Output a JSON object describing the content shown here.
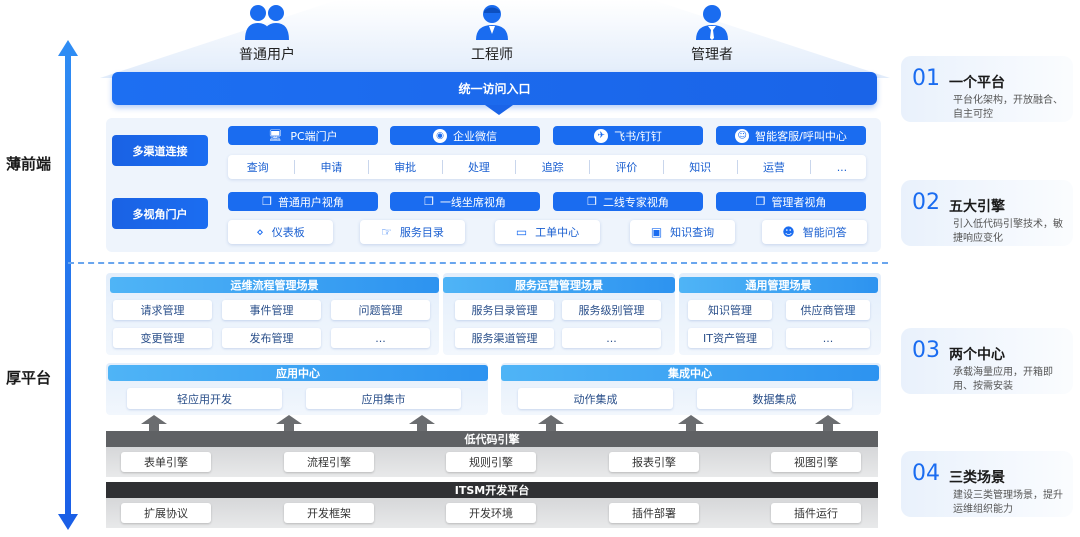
{
  "users": [
    {
      "label": "普通用户",
      "icon": "users-group-icon"
    },
    {
      "label": "工程师",
      "icon": "engineer-icon"
    },
    {
      "label": "管理者",
      "icon": "manager-icon"
    }
  ],
  "entry": {
    "label": "统一访问入口"
  },
  "left_labels": {
    "thin": "薄前端",
    "thick": "厚平台"
  },
  "channels": {
    "label": "多渠道连接",
    "items": [
      {
        "label": "PC端门户",
        "icon": "monitor-icon"
      },
      {
        "label": "企业微信",
        "icon": "wecom-icon"
      },
      {
        "label": "飞书/钉钉",
        "icon": "feishu-icon"
      },
      {
        "label": "智能客服/呼叫中心",
        "icon": "headset-icon"
      }
    ],
    "actions": [
      "查询",
      "申请",
      "审批",
      "处理",
      "追踪",
      "评价",
      "知识",
      "运营",
      "..."
    ]
  },
  "portals": {
    "label": "多视角门户",
    "views": [
      {
        "label": "普通用户视角",
        "icon": "window-icon"
      },
      {
        "label": "一线坐席视角",
        "icon": "window-icon"
      },
      {
        "label": "二线专家视角",
        "icon": "window-icon"
      },
      {
        "label": "管理者视角",
        "icon": "window-icon"
      }
    ],
    "functions": [
      {
        "label": "仪表板",
        "icon": "dashboard-icon"
      },
      {
        "label": "服务目录",
        "icon": "catalog-icon"
      },
      {
        "label": "工单中心",
        "icon": "ticket-icon"
      },
      {
        "label": "知识查询",
        "icon": "book-icon"
      },
      {
        "label": "智能问答",
        "icon": "robot-icon"
      }
    ]
  },
  "scenes": [
    {
      "title": "运维流程管理场景",
      "items": [
        "请求管理",
        "事件管理",
        "问题管理",
        "变更管理",
        "发布管理",
        "..."
      ]
    },
    {
      "title": "服务运营管理场景",
      "items": [
        "服务目录管理",
        "服务级别管理",
        "服务渠道管理",
        "..."
      ]
    },
    {
      "title": "通用管理场景",
      "items": [
        "知识管理",
        "供应商管理",
        "IT资产管理",
        "..."
      ]
    }
  ],
  "centers": [
    {
      "title": "应用中心",
      "items": [
        "轻应用开发",
        "应用集市"
      ]
    },
    {
      "title": "集成中心",
      "items": [
        "动作集成",
        "数据集成"
      ]
    }
  ],
  "lowcode": {
    "title": "低代码引擎",
    "items": [
      "表单引擎",
      "流程引擎",
      "规则引擎",
      "报表引擎",
      "视图引擎"
    ]
  },
  "itsm": {
    "title": "ITSM开发平台",
    "items": [
      "扩展协议",
      "开发框架",
      "开发环境",
      "插件部署",
      "插件运行"
    ]
  },
  "features": [
    {
      "num": "01",
      "title": "一个平台",
      "desc": "平台化架构，开放融合、自主可控"
    },
    {
      "num": "02",
      "title": "五大引擎",
      "desc": "引入低代码引擎技术，敏捷响应变化"
    },
    {
      "num": "03",
      "title": "两个中心",
      "desc": "承载海量应用，开箱即用、按需安装"
    },
    {
      "num": "04",
      "title": "三类场景",
      "desc": "建设三类管理场景，提升运维组织能力"
    }
  ],
  "colors": {
    "primary": "#1a6cf0",
    "accent_light": "#4fb4f6",
    "gray": "#5f6164",
    "dark": "#2f3033"
  }
}
